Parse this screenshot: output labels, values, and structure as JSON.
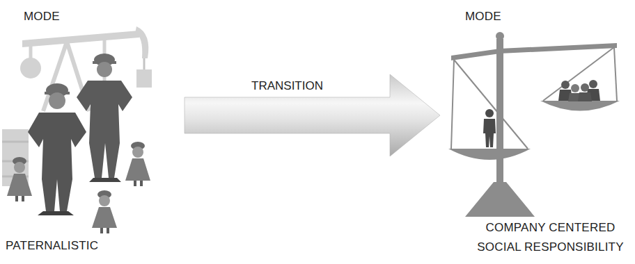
{
  "diagram": {
    "nodes": [
      {
        "text": [
          "MODE",
          "PATERNALISTIC"
        ]
      },
      {
        "text": [
          "MODE",
          "COMPANY CENTERED SOCIAL RESPONSIBILITY"
        ]
      }
    ],
    "edges": [
      {
        "from": 0,
        "to": 1,
        "arrow": "to",
        "label": "TRANSITION"
      }
    ]
  }
}
